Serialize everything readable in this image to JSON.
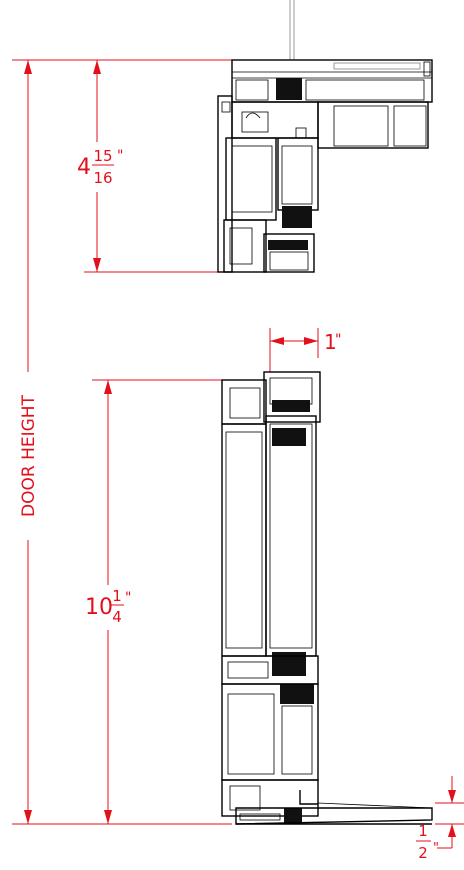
{
  "dimensions": {
    "door_height_label": "DOOR HEIGHT",
    "head_whole": "4",
    "head_num": "15",
    "head_den": "16",
    "head_inch": "\"",
    "top_rail_whole": "1",
    "top_rail_inch": "\"",
    "bottom_rail_whole": "10",
    "bottom_rail_num": "1",
    "bottom_rail_den": "4",
    "bottom_rail_inch": "\"",
    "sill_num": "1",
    "sill_den": "2",
    "sill_inch": "\""
  },
  "colors": {
    "dimension": "#e3101c",
    "profile": "#000000"
  }
}
